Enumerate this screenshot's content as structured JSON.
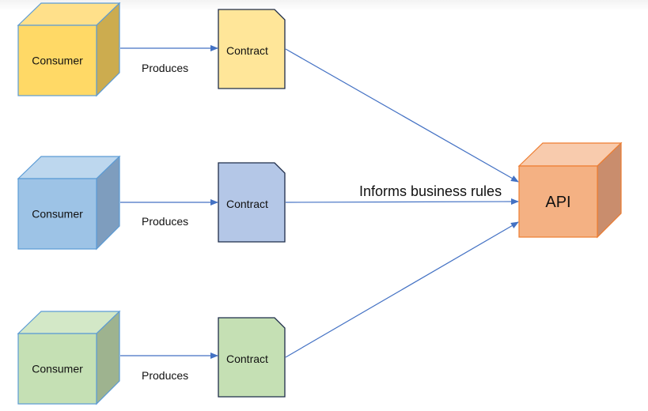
{
  "diagram": {
    "consumers": [
      {
        "label": "Consumer",
        "theme": "yellow"
      },
      {
        "label": "Consumer",
        "theme": "blue"
      },
      {
        "label": "Consumer",
        "theme": "green"
      }
    ],
    "contracts": [
      {
        "label": "Contract",
        "theme": "yellow"
      },
      {
        "label": "Contract",
        "theme": "blue"
      },
      {
        "label": "Contract",
        "theme": "green"
      }
    ],
    "produces_edges": [
      {
        "label": "Produces"
      },
      {
        "label": "Produces"
      },
      {
        "label": "Produces"
      }
    ],
    "api": {
      "label": "API"
    },
    "informs_edge": {
      "label": "Informs business rules"
    }
  },
  "colors": {
    "yellow": {
      "front": "#ffd966",
      "top": "#ffe08a",
      "side": "#ccac4f",
      "doc": "#ffe699"
    },
    "blue": {
      "front": "#9dc3e6",
      "top": "#bdd7ee",
      "side": "#7e9dbe",
      "doc": "#b4c7e7"
    },
    "green": {
      "front": "#c5e0b4",
      "top": "#d3e8c7",
      "side": "#9eb38f",
      "doc": "#c5e0b4"
    },
    "api": {
      "front": "#f4b183",
      "top": "#f8cbad",
      "side": "#c98d6d",
      "stroke": "#ed7d31"
    },
    "cube_stroke": "#5b9bd5",
    "doc_stroke": "#1f2d4a",
    "arrow": "#4472c4"
  }
}
